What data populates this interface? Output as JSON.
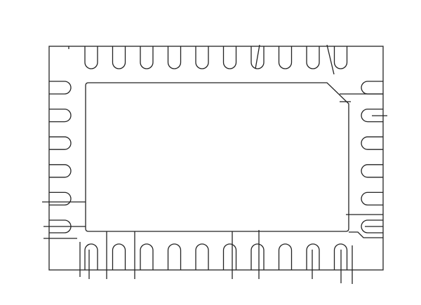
{
  "footprint": {
    "pads_top": 10,
    "pads_bottom": 10,
    "pads_left": 6,
    "pads_right": 6,
    "line_color": "#222222"
  }
}
